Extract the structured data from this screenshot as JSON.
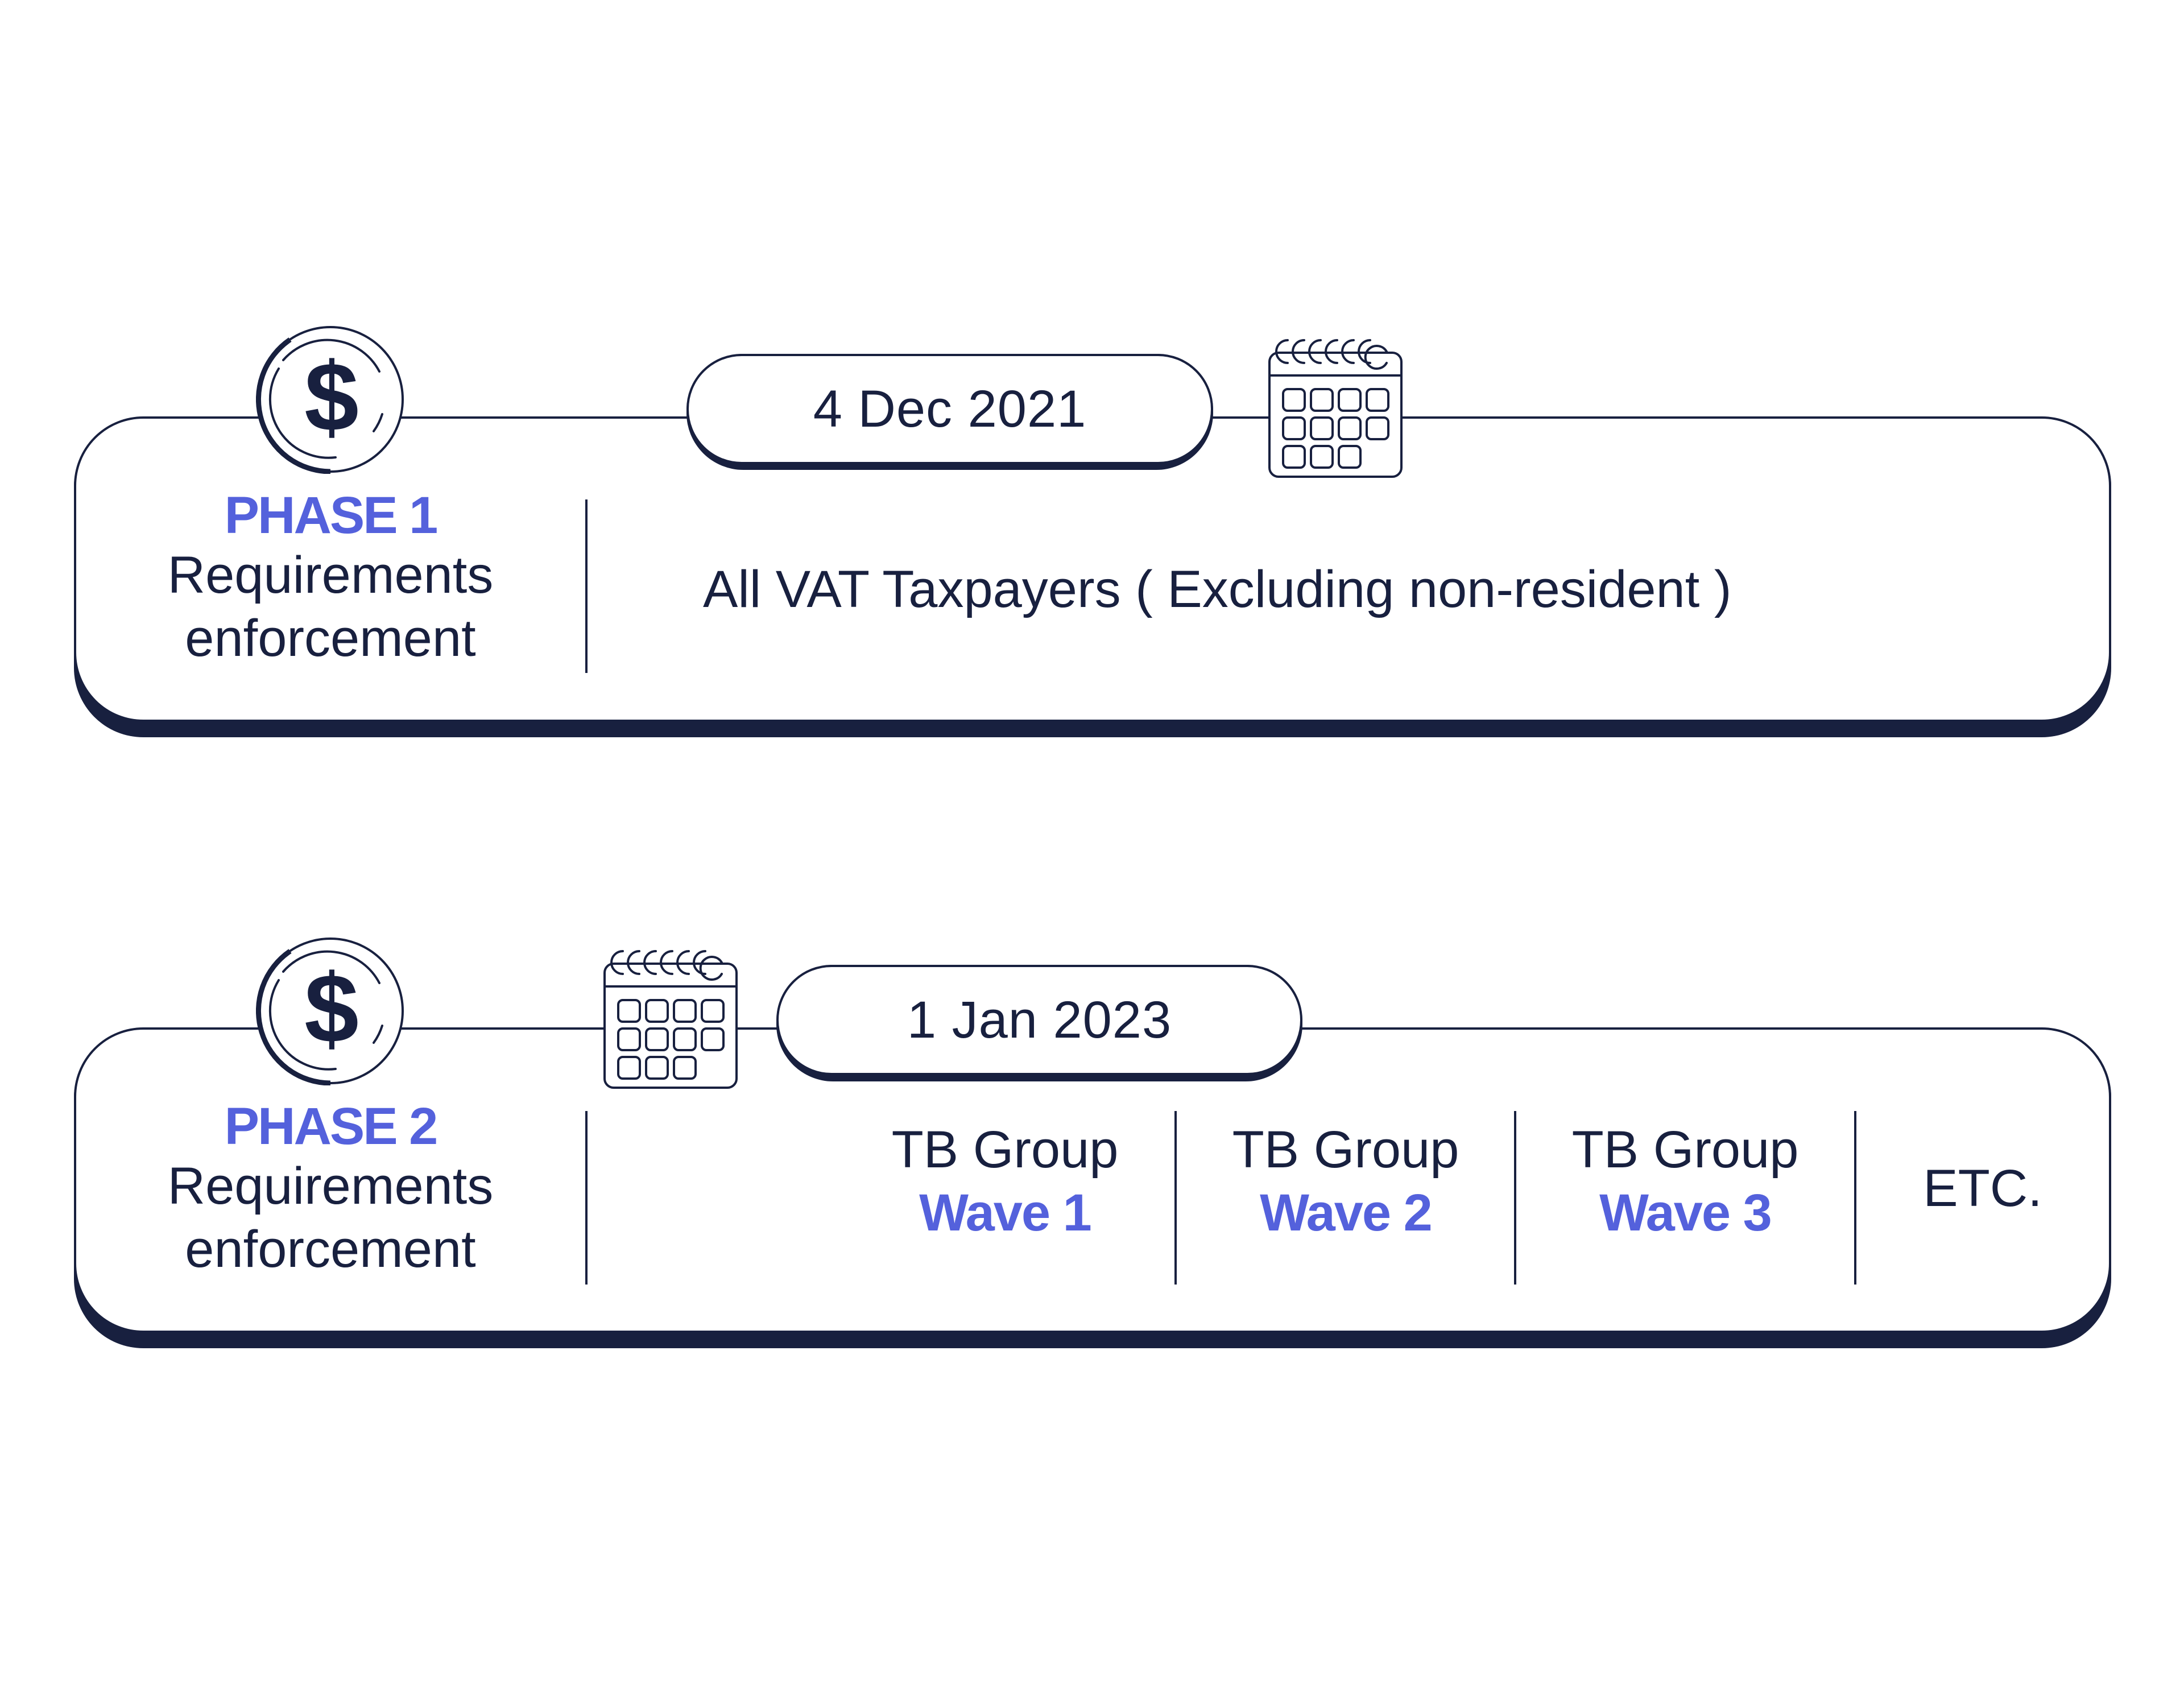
{
  "colors": {
    "navy": "#18203f",
    "accent": "#5461dc",
    "background": "#ffffff"
  },
  "phase1": {
    "icon": "dollar-coin-icon",
    "title": "PHASE 1",
    "subtitle_line1": "Requirements",
    "subtitle_line2": "enforcement",
    "date": "4 Dec 2021",
    "calendar_icon": "calendar-icon",
    "description": "All VAT Taxpayers ( Excluding non-resident )"
  },
  "phase2": {
    "icon": "dollar-coin-icon",
    "title": "PHASE 2",
    "subtitle_line1": "Requirements",
    "subtitle_line2": "enforcement",
    "date": "1 Jan 2023",
    "calendar_icon": "calendar-icon",
    "groups": [
      {
        "label": "TB Group",
        "wave": "Wave 1"
      },
      {
        "label": "TB Group",
        "wave": "Wave 2"
      },
      {
        "label": "TB Group",
        "wave": "Wave 3"
      }
    ],
    "etc": "ETC."
  }
}
